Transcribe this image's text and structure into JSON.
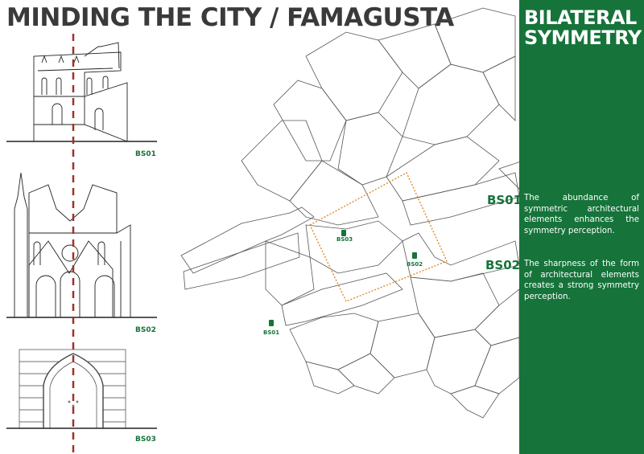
{
  "header": {
    "title": "MINDING THE CITY / FAMAGUSTA"
  },
  "panel": {
    "title_line1": "BILATERAL",
    "title_line2": "SYMMETRY",
    "items": [
      {
        "label": "BS01",
        "text": "The abundance of symmetric architectural elements enhances the symmetry perception."
      },
      {
        "label": "BS02",
        "text": "The sharpness of the form of architectural elements creates a strong symmetry perception."
      }
    ]
  },
  "elevations": [
    {
      "caption": "BS01"
    },
    {
      "caption": "BS02"
    },
    {
      "caption": "BS03"
    }
  ],
  "map_markers": [
    {
      "label": "BS03"
    },
    {
      "label": "BS02"
    },
    {
      "label": "BS01"
    }
  ],
  "colors": {
    "accent": "#16733a",
    "axis": "#a0322a",
    "focus": "#e08a2a"
  }
}
